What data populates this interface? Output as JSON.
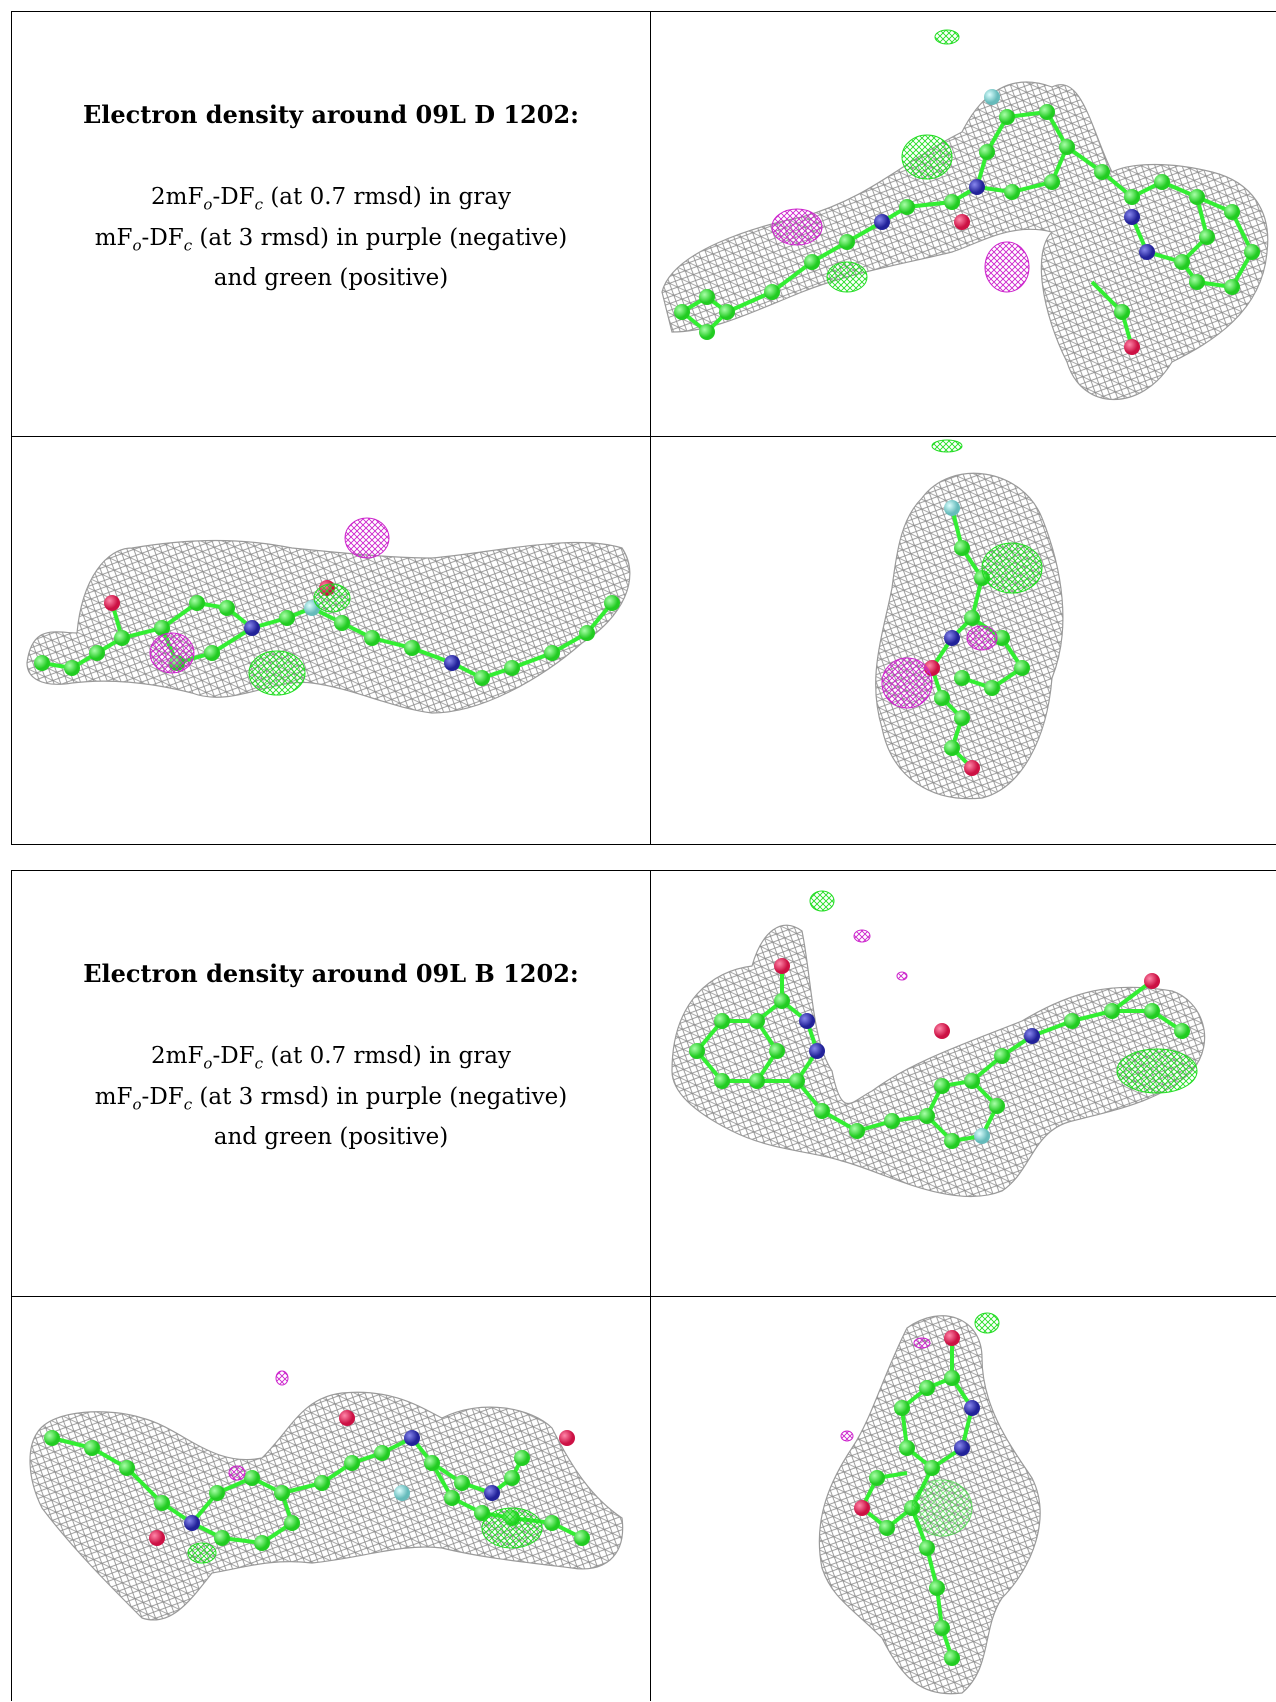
{
  "panels": [
    {
      "title": "Electron density around 09L D 1202:",
      "legend_line1": "2mF",
      "legend_line2": "mF",
      "legend_line3": "and green (positive)",
      "sub_o": "o",
      "sub_c": "c",
      "line1_rest": " (at 0.7 rmsd) in gray",
      "line2_rest": " (at 3 rmsd) in purple (negative)",
      "dash": "-DF"
    },
    {
      "title": "Electron density around 09L B 1202:",
      "legend_line1": "2mF",
      "legend_line2": "mF",
      "legend_line3": "and green (positive)",
      "sub_o": "o",
      "sub_c": "c",
      "line1_rest": " (at 0.7 rmsd) in gray",
      "line2_rest": " (at 3 rmsd) in purple (negative)",
      "dash": "-DF"
    }
  ],
  "colors": {
    "mesh_gray": "#8c8c8c",
    "carbon_green": "#33ee33",
    "nitrogen_blue": "#3333bb",
    "oxygen_red": "#ee2255",
    "fluorine_cyan": "#88dddd",
    "negative_purple": "#cc22cc",
    "positive_green": "#22dd22"
  }
}
